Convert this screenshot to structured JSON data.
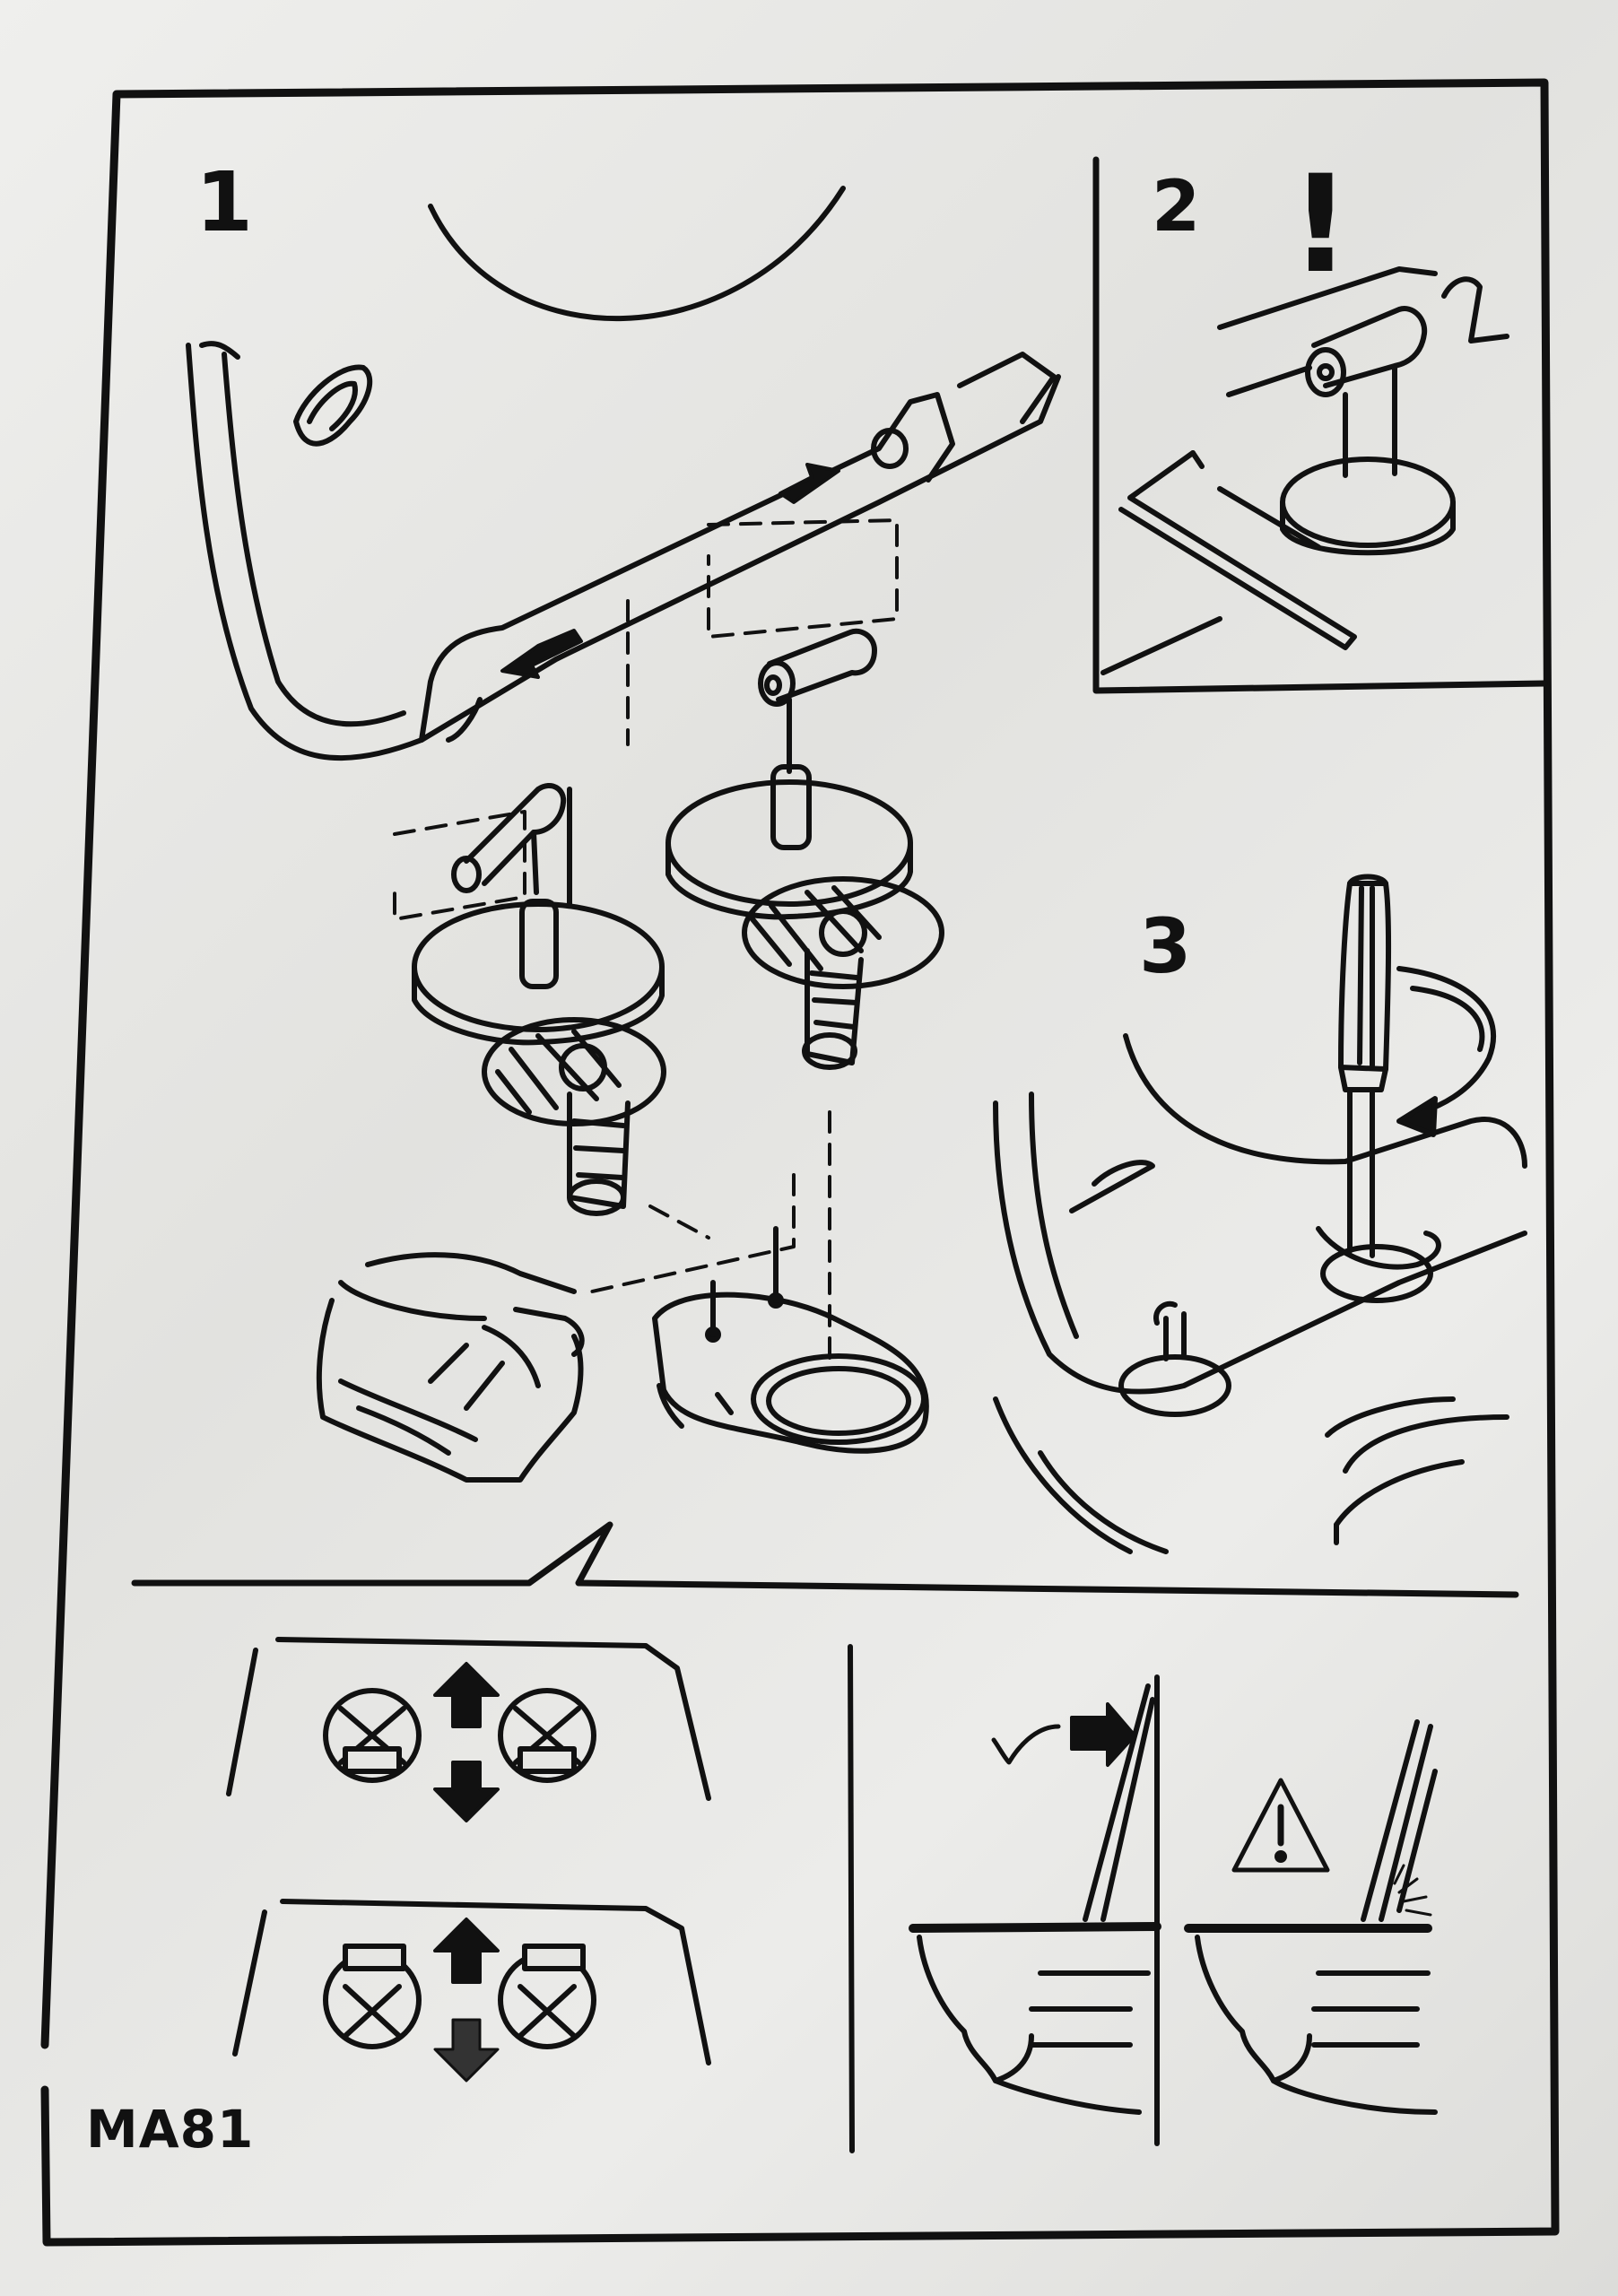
{
  "document": {
    "steps": {
      "step1": "1",
      "step2": "2",
      "step3": "3"
    },
    "warning_mark": "!",
    "model_code": "MA81",
    "icons": {
      "warning": "warning-triangle-icon",
      "rotate": "rotate-arrow-icon",
      "move": "arrow-icon",
      "check": "check-icon"
    },
    "colors": {
      "ink": "#111111",
      "paper": "#e8e8e6"
    }
  }
}
